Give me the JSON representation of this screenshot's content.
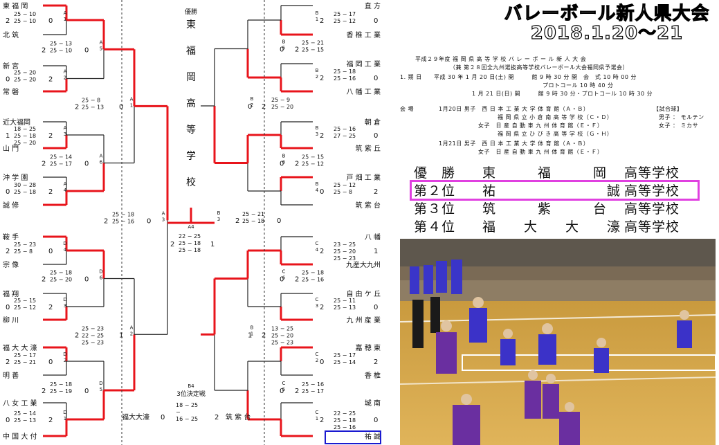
{
  "center": {
    "caption": "優勝",
    "champion_vertical": [
      "東",
      "福",
      "岡",
      "高",
      "等",
      "学",
      "校"
    ]
  },
  "teams_left": [
    {
      "name": "東 福 岡",
      "sets": "2",
      "rank": "1"
    },
    {
      "name": "北 筑",
      "sets": "0",
      "rank": ""
    },
    {
      "name": "新 宮",
      "sets": "0",
      "rank": ""
    },
    {
      "name": "常 磐",
      "sets": "2",
      "rank": ""
    },
    {
      "name": "近大福岡",
      "sets": "1",
      "rank": ""
    },
    {
      "name": "山 門",
      "sets": "2",
      "rank": ""
    },
    {
      "name": "沖 学 園",
      "sets": "0",
      "rank": ""
    },
    {
      "name": "誠 修",
      "sets": "2",
      "rank": ""
    },
    {
      "name": "鞍 手",
      "sets": "2",
      "rank": ""
    },
    {
      "name": "宗 像",
      "sets": "0",
      "rank": ""
    },
    {
      "name": "福 翔",
      "sets": "0",
      "rank": ""
    },
    {
      "name": "柳 川",
      "sets": "2",
      "rank": ""
    },
    {
      "name": "福 大 大 濠",
      "sets": "2",
      "rank": ""
    },
    {
      "name": "明 善",
      "sets": "0",
      "rank": ""
    },
    {
      "name": "八 女 工 業",
      "sets": "0",
      "rank": ""
    },
    {
      "name": "中 国 大 付",
      "sets": "2",
      "rank": ""
    }
  ],
  "teams_right": [
    {
      "name": "直 方",
      "sets": "0"
    },
    {
      "name": "香 椎 工 業",
      "sets": "2"
    },
    {
      "name": "福 岡 工 業",
      "sets": "0"
    },
    {
      "name": "八 幡 工 業",
      "sets": "2"
    },
    {
      "name": "朝 倉",
      "sets": "0"
    },
    {
      "name": "筑 紫 丘",
      "sets": "2"
    },
    {
      "name": "戸 畑 工 業",
      "sets": "2"
    },
    {
      "name": "筑 紫 台",
      "sets": "0"
    },
    {
      "name": "八 幡",
      "sets": "1"
    },
    {
      "name": "九産大九州",
      "sets": "2"
    },
    {
      "name": "自 由 ケ 丘",
      "sets": "0"
    },
    {
      "name": "九 州 産 業",
      "sets": "2"
    },
    {
      "name": "嘉 穂 東",
      "sets": "2"
    },
    {
      "name": "香 椎",
      "sets": "0"
    },
    {
      "name": "城 南",
      "sets": "0"
    },
    {
      "name": "祐 誠",
      "sets": "2"
    }
  ],
  "r1_left": [
    {
      "code": "A\n1",
      "scores": [
        "25 − 10",
        "25 − 10"
      ]
    },
    {
      "code": "A\n2",
      "scores": [
        "25 − 20",
        "25 − 20"
      ]
    },
    {
      "code": "A\n3",
      "scores": [
        "18 − 25",
        "25 − 18",
        "25 − 20"
      ]
    },
    {
      "code": "A\n4",
      "scores": [
        "30 − 28",
        "25 − 18"
      ]
    },
    {
      "code": "D\n4",
      "scores": [
        "25 − 23",
        "25 − 8"
      ]
    },
    {
      "code": "D\n3",
      "scores": [
        "25 − 15",
        "25 − 12"
      ]
    },
    {
      "code": "D\n2",
      "scores": [
        "25 − 17",
        "25 − 21"
      ]
    },
    {
      "code": "D\n1",
      "scores": [
        "25 − 14",
        "25 − 13"
      ]
    }
  ],
  "r2_left": [
    {
      "code": "A\n5",
      "sets_a": "2",
      "sets_b": "0",
      "scores": [
        "25 − 13",
        "25 − 10"
      ]
    },
    {
      "code": "A\n6",
      "sets_a": "2",
      "sets_b": "0",
      "scores": [
        "25 − 14",
        "25 − 17"
      ]
    },
    {
      "code": "D\n6",
      "sets_a": "2",
      "sets_b": "0",
      "scores": [
        "25 − 18",
        "25 − 20"
      ]
    },
    {
      "code": "D\n5",
      "sets_a": "2",
      "sets_b": "0",
      "scores": [
        "25 − 18",
        "25 − 19"
      ]
    }
  ],
  "r3_left": [
    {
      "code": "A\n1",
      "sets_a": "2",
      "sets_b": "0",
      "scores": [
        "25 − 8",
        "25 − 13"
      ]
    },
    {
      "code": "A\n2",
      "sets_a": "2",
      "sets_b": "1",
      "scores": [
        "25 − 23",
        "22 − 25",
        "25 − 23"
      ]
    }
  ],
  "semi_left": {
    "code": "A\n3",
    "sets_a": "2",
    "sets_b": "0",
    "scores": [
      "25 − 18",
      "25 − 16"
    ]
  },
  "final": {
    "code": "A4",
    "sets_a": "2",
    "sets_b": "1",
    "scores": [
      "22 − 25",
      "25 − 18",
      "25 − 18"
    ]
  },
  "semi_right": {
    "code": "B\n3",
    "sets_a": "2",
    "sets_b": "0",
    "scores": [
      "25 − 21",
      "25 − 18"
    ]
  },
  "r3_right": [
    {
      "code": "B\n2",
      "sets_a": "2",
      "sets_b": "0",
      "scores": [
        "25 − 9",
        "25 − 20"
      ]
    },
    {
      "code": "B\n1",
      "sets_a": "2",
      "sets_b": "1",
      "scores": [
        "13 − 25",
        "25 − 20",
        "25 − 23"
      ]
    }
  ],
  "r2_right": [
    {
      "code": "B\n5",
      "sets_a": "2",
      "sets_b": "0",
      "scores": [
        "25 − 21",
        "25 − 15"
      ]
    },
    {
      "code": "B\n6",
      "sets_a": "2",
      "sets_b": "0",
      "scores": [
        "25 − 15",
        "25 − 12"
      ]
    },
    {
      "code": "C\n6",
      "sets_a": "2",
      "sets_b": "0",
      "scores": [
        "25 − 18",
        "25 − 16"
      ]
    },
    {
      "code": "C\n5",
      "sets_a": "2",
      "sets_b": "0",
      "scores": [
        "25 − 16",
        "25 − 17"
      ]
    }
  ],
  "r1_right": [
    {
      "code": "B\n1",
      "scores": [
        "25 − 17",
        "25 − 12"
      ]
    },
    {
      "code": "B\n2",
      "scores": [
        "25 − 18",
        "25 − 16"
      ]
    },
    {
      "code": "B\n3",
      "scores": [
        "25 − 16",
        "27 − 25"
      ]
    },
    {
      "code": "B\n4",
      "scores": [
        "25 − 12",
        "25 − 8"
      ]
    },
    {
      "code": "C\n4",
      "scores": [
        "23 − 25",
        "25 − 20",
        "25 − 23"
      ]
    },
    {
      "code": "C\n3",
      "scores": [
        "25 − 11",
        "25 − 13"
      ]
    },
    {
      "code": "C\n2",
      "scores": [
        "25 − 17",
        "25 − 14"
      ]
    },
    {
      "code": "C\n1",
      "scores": [
        "22 − 25",
        "25 − 18",
        "25 − 16"
      ]
    }
  ],
  "third_place": {
    "label": "3位決定戦",
    "code": "B4",
    "team_a": "福大大濠",
    "sets_a": "0",
    "team_b": "筑 紫 台",
    "sets_b": "2",
    "scores": [
      "18 − 25",
      "−",
      "16 − 25"
    ]
  },
  "info": {
    "title_line1": "バレーボール新人県大会",
    "title_line2": "2018.1.20〜21",
    "heading": "平成２９年度 福 岡 県 高 等 学 校 バ レ ー ボ ー ル 新 人 大 会",
    "subheading": "（兼 第２８回全九州選抜高等学校バレーボール大会福岡県予選会）",
    "period_label": "1. 期 日",
    "period_1": "平成 30 年  1 月 20 日(土)  開　　　館 9 時 30 分  開　会　式 10 時 00 分",
    "period_2": "プロトコール 10 時 40 分",
    "period_3": "1 月 21 日(日)  開　　　館 9 時 30 分・プロトコール 10 時 30 分",
    "venue_label": "会 場",
    "v1": "1月20日  男子　西 日 本 工 業 大 学 体 育 館（Ａ・Ｂ）",
    "v2": "福 岡 県 立 小 倉 南 高 等 学 校（Ｃ・Ｄ）",
    "v3": "女子　日 産 自 動 車 九 州 体 育 館（Ｅ・Ｆ）",
    "v4": "福 岡 県 立 ひ び き 高 等 学 校（Ｇ・Ｈ）",
    "v5": "1月21日  男子　西 日 本 工 業 大 学 体 育 館（Ａ・Ｂ）",
    "v6": "女子　日 産 自 動 車 九 州 体 育 館（Ｅ・Ｆ）",
    "ball_label": "【試合球】",
    "ball_m": "男子 ： モルテン",
    "ball_f": "女子 ： ミカサ"
  },
  "results": [
    {
      "place": "優　勝",
      "school": "東　　　福　　　岡",
      "suffix": "高等学校"
    },
    {
      "place": "第２位",
      "school": "祐　　　　　　　　誠",
      "suffix": "高等学校"
    },
    {
      "place": "第３位",
      "school": "筑　　　紫　　　台",
      "suffix": "高等学校"
    },
    {
      "place": "第４位",
      "school": "福　　大　　大　　濠",
      "suffix": "高等学校"
    }
  ],
  "colors": {
    "winner_line": "#e8141b",
    "loser_line": "#222222",
    "highlight": "#e040e0",
    "box": "#1a1ad0"
  }
}
